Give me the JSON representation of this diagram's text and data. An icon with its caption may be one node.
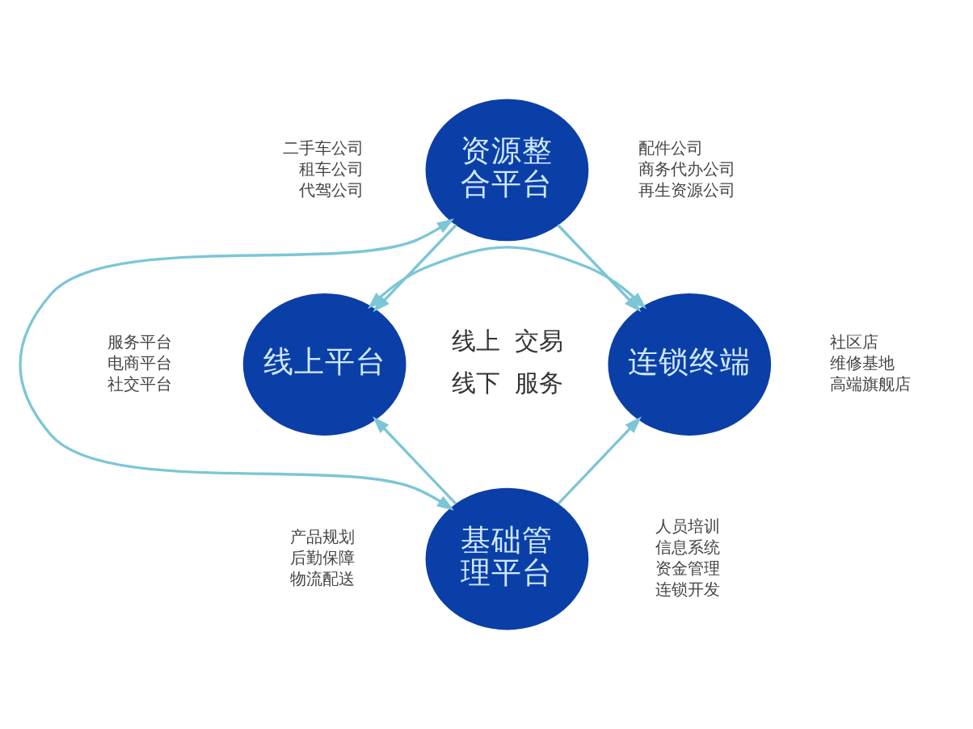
{
  "diagram": {
    "nodes": [
      {
        "text": [
          "资源整合平台"
        ],
        "beside": [
          "二手车公司",
          "租车公司",
          "代驾公司",
          "配件公司",
          "商务代办公司",
          "再生资源公司"
        ]
      },
      {
        "text": [
          "线上平台"
        ],
        "beside": [
          "服务平台",
          "电商平台",
          "社交平台"
        ]
      },
      {
        "text": [
          "连锁终端"
        ],
        "beside": [
          "社区店",
          "维修基地",
          "高端旗舰店"
        ]
      },
      {
        "text": [
          "基础管理平台"
        ],
        "beside": [
          "产品规划",
          "后勤保障",
          "物流配送",
          "人员培训",
          "信息系统",
          "资金管理",
          "连锁开发"
        ]
      }
    ],
    "edges": [
      {
        "from": 0,
        "to": 1,
        "arrow": "to"
      },
      {
        "from": 0,
        "to": 2,
        "arrow": "to"
      },
      {
        "from": 3,
        "to": 1,
        "arrow": "to"
      },
      {
        "from": 3,
        "to": 2,
        "arrow": "to"
      },
      {
        "from": 1,
        "to": 2,
        "arrow": "both"
      },
      {
        "from": 0,
        "to": 3,
        "arrow": "both"
      }
    ],
    "labels": [
      "线上",
      "交易",
      "线下",
      "服务"
    ]
  }
}
